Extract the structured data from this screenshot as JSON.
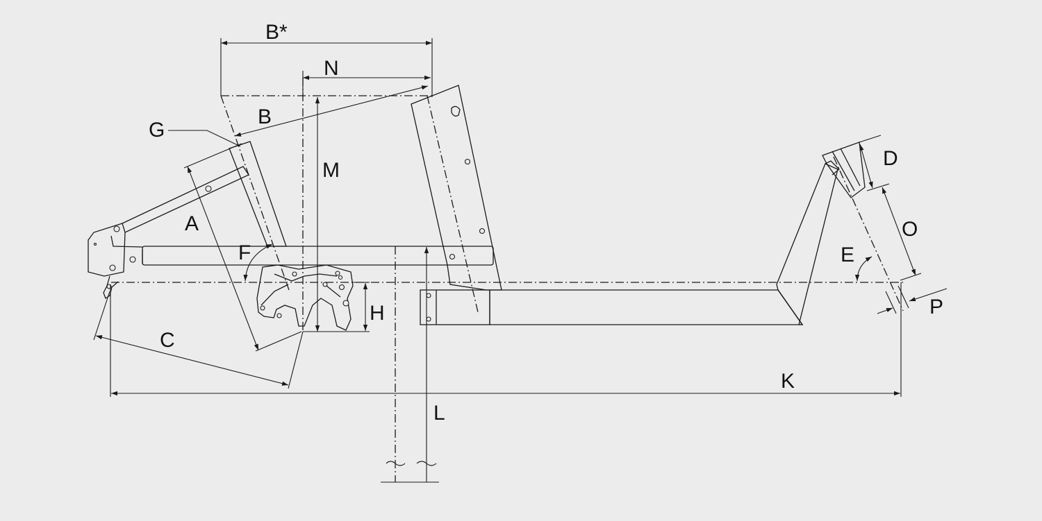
{
  "labels": {
    "A": "A",
    "B_star": "B*",
    "B": "B",
    "N": "N",
    "G": "G",
    "M": "M",
    "F": "F",
    "H": "H",
    "C": "C",
    "K": "K",
    "L": "L",
    "D": "D",
    "O": "O",
    "E": "E",
    "P": "P"
  },
  "colors": {
    "background": "#ececec",
    "line": "#1a1a1a"
  }
}
